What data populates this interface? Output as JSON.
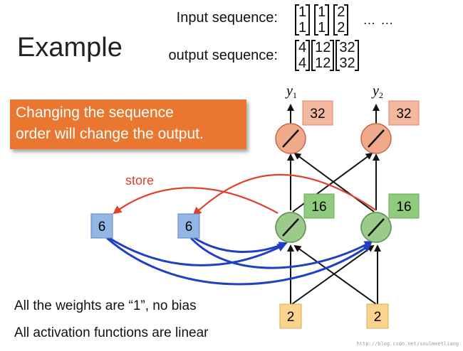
{
  "slide": {
    "title": "Example",
    "input_label": "Input sequence:",
    "output_label": "output sequence:",
    "input_vectors": [
      [
        "1",
        "1"
      ],
      [
        "1",
        "1"
      ],
      [
        "2",
        "2"
      ]
    ],
    "output_vectors": [
      [
        "4",
        "4"
      ],
      [
        "12",
        "12"
      ],
      [
        "32",
        "32"
      ]
    ],
    "ellipsis": "… …",
    "banner_line1": "Changing the sequence",
    "banner_line2": "order will change the output.",
    "note1": "All the weights are “1”, no bias",
    "note2": "All activation functions are linear",
    "watermark": "http://blog.csdn.net/soulmeetliang"
  },
  "network": {
    "outputs": [
      {
        "label": "y",
        "sub": "1",
        "value": "32"
      },
      {
        "label": "y",
        "sub": "2",
        "value": "32"
      }
    ],
    "hidden_values": [
      "16",
      "16"
    ],
    "memory_values": [
      "6",
      "6"
    ],
    "inputs": [
      "2",
      "2"
    ],
    "store_label": "store"
  },
  "colors": {
    "banner": "#e9772f",
    "output_neuron": "#f0a98b",
    "output_box": "#f4b8a0",
    "hidden_neuron": "#9bca8a",
    "hidden_box": "#8fcb7c",
    "memory_box": "#93b7e4",
    "input_box": "#fbd38c",
    "store_arrow": "#e0402c",
    "memory_arrow": "#1f3fc4"
  }
}
